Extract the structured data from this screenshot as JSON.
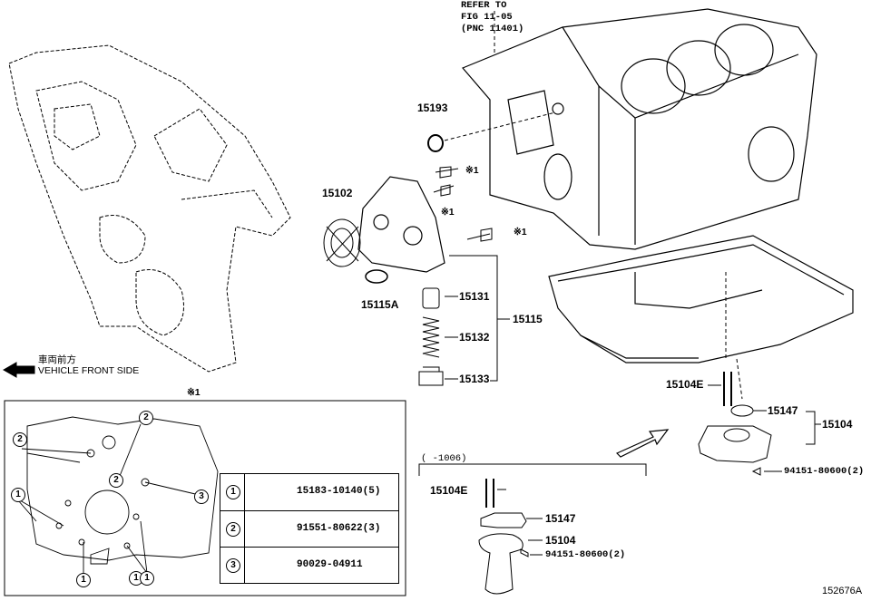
{
  "refer": {
    "line1": "REFER TO",
    "line2": "FIG 11-05",
    "line3": "(PNC 11401)"
  },
  "front": {
    "jp": "車両前方",
    "en": "VEHICLE FRONT SIDE"
  },
  "note_mark": "※1",
  "parts": {
    "p15193": "15193",
    "p15102": "15102",
    "p15115A": "15115A",
    "p15131": "15131",
    "p15132": "15132",
    "p15133": "15133",
    "p15115": "15115",
    "p15104E_a": "15104E",
    "p15147_a": "15147",
    "p15104_a": "15104",
    "p94151_a": "94151-80600(2)",
    "p15104E_b": "15104E",
    "p15147_b": "15147",
    "p15104_b": "15104",
    "p94151_b": "94151-80600(2)"
  },
  "date_range": "(     -1006)",
  "legend": [
    {
      "num": "1",
      "code": "15183-10140(5)"
    },
    {
      "num": "2",
      "code": "91551-80622(3)"
    },
    {
      "num": "3",
      "code": "90029-04911"
    }
  ],
  "detail_callouts": [
    "2",
    "2",
    "2",
    "1",
    "3",
    "1",
    "1",
    "1"
  ],
  "figure_id": "152676A"
}
